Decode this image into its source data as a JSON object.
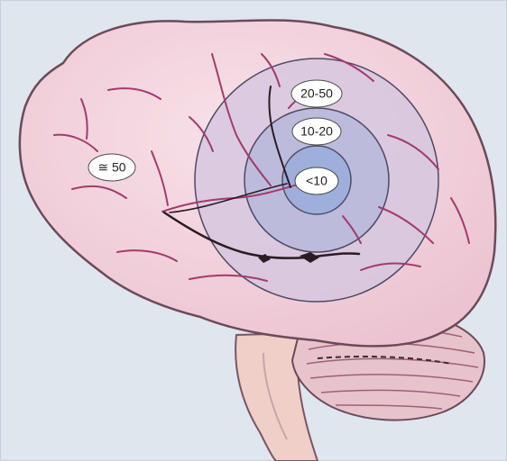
{
  "labels": {
    "outer": "≅ 50",
    "ring_outer": "20-50",
    "ring_middle": "10-20",
    "center": "<10"
  },
  "colors": {
    "background": "#dfe6ee",
    "brain_fill": "#f2cfd9",
    "brain_outline": "#6c4a5a",
    "sulcus": "#a43a6c",
    "ring_outer_fill": "#d6c7df",
    "ring_middle_fill": "#b9b9dc",
    "ring_inner_fill": "#9eafdc",
    "ring_stroke": "#4d4a63",
    "brainstem": "#f0cfc8",
    "cerebellum": "#e7c3cc"
  }
}
